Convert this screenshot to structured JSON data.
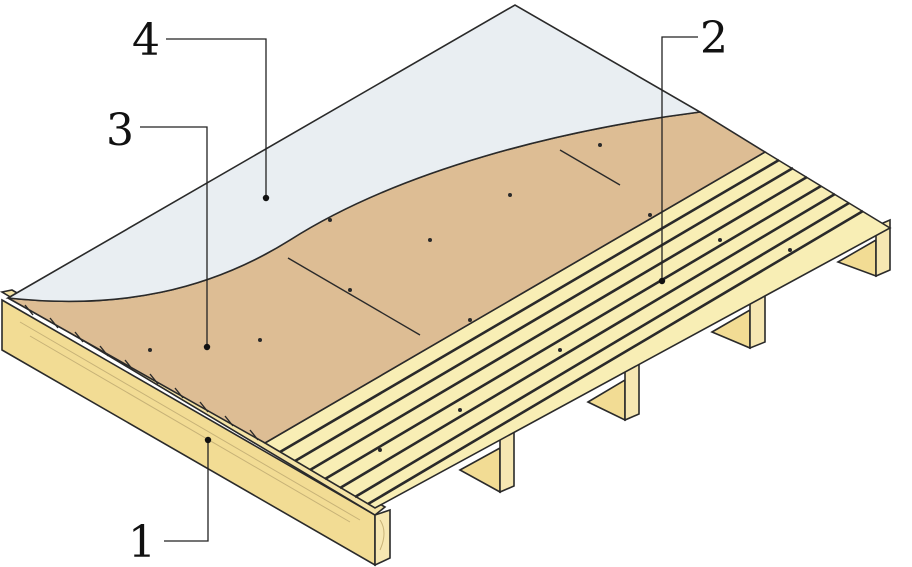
{
  "diagram": {
    "callouts": [
      {
        "id": "1",
        "label": "1"
      },
      {
        "id": "2",
        "label": "2"
      },
      {
        "id": "3",
        "label": "3"
      },
      {
        "id": "4",
        "label": "4"
      }
    ],
    "layers": [
      {
        "id": "1",
        "part": "joists"
      },
      {
        "id": "2",
        "part": "plank-decking"
      },
      {
        "id": "3",
        "part": "panel-sheathing"
      },
      {
        "id": "4",
        "part": "membrane"
      }
    ],
    "colors": {
      "joist": "#f2dc94",
      "decking": "#f8eeb5",
      "sheathing": "#ddbd94",
      "membrane": "#e9eef2",
      "outline": "#2a2a2a"
    }
  }
}
